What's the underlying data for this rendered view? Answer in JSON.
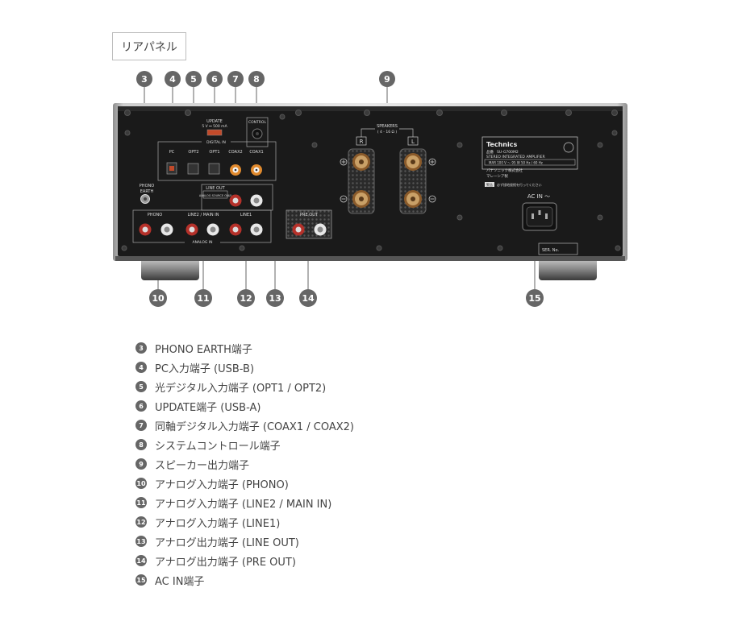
{
  "section_title": "リアパネル",
  "callouts": [
    {
      "n": "3"
    },
    {
      "n": "4"
    },
    {
      "n": "5"
    },
    {
      "n": "6"
    },
    {
      "n": "7"
    },
    {
      "n": "8"
    },
    {
      "n": "9"
    },
    {
      "n": "10"
    },
    {
      "n": "11"
    },
    {
      "n": "12"
    },
    {
      "n": "13"
    },
    {
      "n": "14"
    },
    {
      "n": "15"
    }
  ],
  "panel": {
    "update_label": "UPDATE",
    "update_rating": "5 V ⎓ 500 mA",
    "control_label": "CONTROL",
    "digital_in_label": "DIGITAL IN",
    "digital_ports": [
      "PC",
      "OPT2",
      "OPT1",
      "COAX2",
      "COAX1"
    ],
    "phono_earth": "PHONO\nEARTH",
    "speakers_label": "SPEAKERS",
    "speakers_imp": "( 4 - 16 Ω )",
    "spk_r": "R",
    "spk_l": "L",
    "line_out_label": "LINE OUT",
    "line_out_note": "ANALOG SOURCE ONLY",
    "analog_groups": [
      "PHONO",
      "LINE2 / MAIN IN",
      "LINE1"
    ],
    "analog_in_label": "ANALOG IN",
    "pre_out_label": "PRE OUT",
    "brand": "Technics",
    "model_label": "品番",
    "model": "SU-G700M2",
    "product_type": "STEREO INTEGRATED AMPLIFIER",
    "power_spec": "MAR  100 V  〜  95 W  50 Hz / 60 Hz",
    "company": "パナソニック株式会社",
    "origin": "マレーシア製",
    "warning_tag": "警告",
    "warning_text": "必ず接地接続を行ってください",
    "ac_in_label": "AC IN 〜",
    "serial_label": "SER. No."
  },
  "legend": [
    {
      "n": "3",
      "text": "PHONO EARTH端子"
    },
    {
      "n": "4",
      "text": "PC入力端子 (USB-B)"
    },
    {
      "n": "5",
      "text": "光デジタル入力端子 (OPT1 / OPT2)"
    },
    {
      "n": "6",
      "text": "UPDATE端子 (USB-A)"
    },
    {
      "n": "7",
      "text": "同軸デジタル入力端子 (COAX1 / COAX2)"
    },
    {
      "n": "8",
      "text": "システムコントロール端子"
    },
    {
      "n": "9",
      "text": "スピーカー出力端子"
    },
    {
      "n": "10",
      "text": "アナログ入力端子 (PHONO)"
    },
    {
      "n": "11",
      "text": "アナログ入力端子 (LINE2 / MAIN IN)"
    },
    {
      "n": "12",
      "text": "アナログ入力端子 (LINE1)"
    },
    {
      "n": "13",
      "text": "アナログ出力端子 (LINE OUT)"
    },
    {
      "n": "14",
      "text": "アナログ出力端子 (PRE OUT)"
    },
    {
      "n": "15",
      "text": "AC IN端子"
    }
  ]
}
